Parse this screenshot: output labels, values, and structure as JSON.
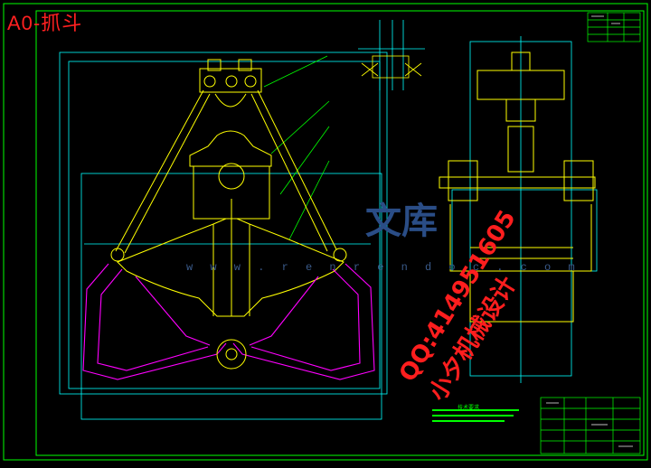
{
  "drawing": {
    "title": "A0-抓斗",
    "watermark_site": "w w w . r e n r e n d o c . c o m",
    "watermark_brand": "文库",
    "stamp_line1": "QQ:414951605",
    "stamp_line2": "小夕机械设计",
    "tech_requirements_heading": "技术要求",
    "colors": {
      "background": "#000000",
      "frame": "#00ff00",
      "outline": "#00ffff",
      "part_yellow": "#ffff00",
      "part_magenta": "#ff00ff",
      "stamp_red": "#ff1e1e"
    }
  }
}
